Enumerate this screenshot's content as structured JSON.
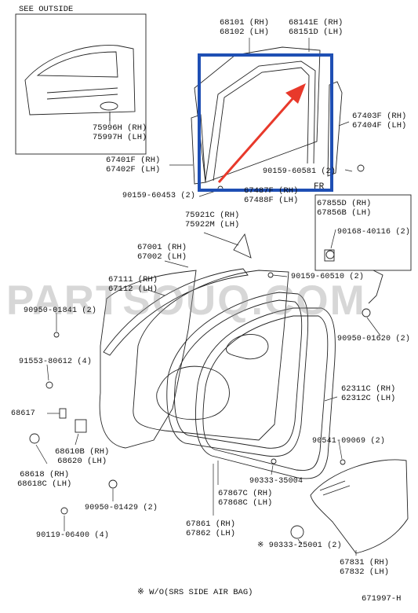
{
  "header": {
    "see_outside": "SEE OUTSIDE"
  },
  "watermark": "PARTSOUQ.COM",
  "frame_label": "FR",
  "parts": {
    "p68101": [
      "68101 (RH)",
      "68102 (LH)"
    ],
    "p68141": [
      "68141E (RH)",
      "68151D (LH)"
    ],
    "p67403": [
      "67403F (RH)",
      "67404F (LH)"
    ],
    "p75996": [
      "75996H (RH)",
      "75997H (LH)"
    ],
    "p67401": [
      "67401F (RH)",
      "67402F (LH)"
    ],
    "p90159_60581": "90159-60581 (2)",
    "p90159_60453": "90159-60453 (2)",
    "p67487": [
      "67487F (RH)",
      "67488F (LH)"
    ],
    "p67855": [
      "67855D (RH)",
      "67856B (LH)"
    ],
    "p90168": "90168-40116 (2)",
    "p75921": [
      "75921C (RH)",
      "75922M (LH)"
    ],
    "p67001": [
      "67001 (RH)",
      "67002 (LH)"
    ],
    "p90159_60510": "90159-60510 (2)",
    "p67111": [
      "67111 (RH)",
      "67112 (LH)"
    ],
    "p90950_01841": "90950-01841 (2)",
    "p90950_01620": "90950-01620 (2)",
    "p91553": "91553-80612 (4)",
    "p62311": [
      "62311C (RH)",
      "62312C (LH)"
    ],
    "p68617": "68617",
    "p90541": "90541-09069 (2)",
    "p68610": [
      "68610B (RH)",
      "68620 (LH)"
    ],
    "p68618": [
      "68618 (RH)",
      "68618C (LH)"
    ],
    "p90333_35004": "90333-35004",
    "p67867": [
      "67867C (RH)",
      "67868C (LH)"
    ],
    "p90950_01429": "90950-01429 (2)",
    "p67861": [
      "67861 (RH)",
      "67862 (LH)"
    ],
    "p90119": "90119-06400 (4)",
    "p90333_25001": "※ 90333-25001 (2)",
    "p67831": [
      "67831 (RH)",
      "67832 (LH)"
    ]
  },
  "footnote": "※ W/O(SRS SIDE AIR BAG)",
  "diagram_code": "671997-H",
  "colors": {
    "highlight_box": "#1f4fb4",
    "arrow": "#e8392b",
    "line_art": "#222222",
    "watermark": "#969696"
  }
}
